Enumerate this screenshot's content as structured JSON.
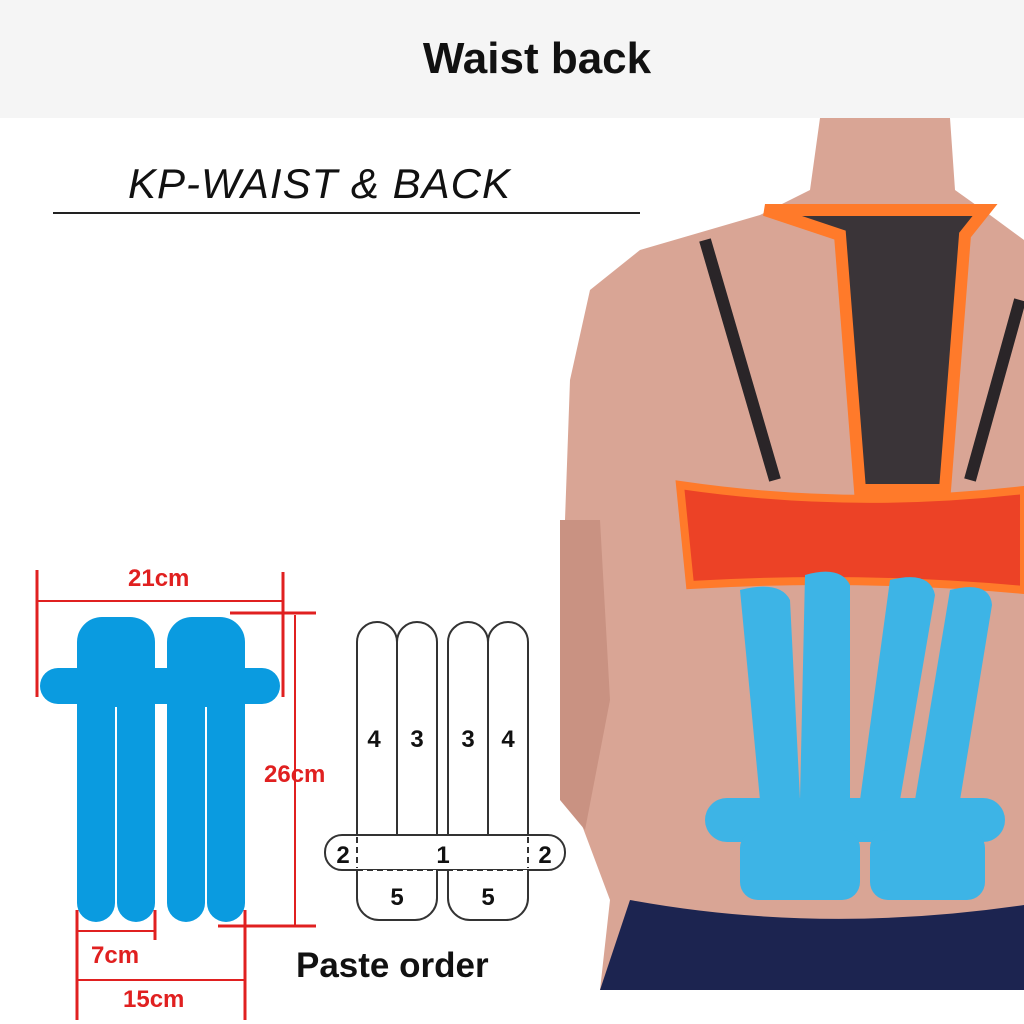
{
  "header": {
    "title": "Waist back"
  },
  "product": {
    "name": "KP-WAIST & BACK"
  },
  "dimensions": {
    "width_total": "21cm",
    "height": "26cm",
    "strip_pair_width": "7cm",
    "base_width": "15cm"
  },
  "paste_order": {
    "caption": "Paste order",
    "labels": {
      "strip_left_outer": "4",
      "strip_left_inner": "3",
      "strip_right_inner": "3",
      "strip_right_outer": "4",
      "bar_left": "2",
      "bar_center": "1",
      "bar_right": "2",
      "base_left": "5",
      "base_right": "5"
    }
  },
  "colors": {
    "tape": "#0a9be0",
    "dimension": "#e02020",
    "photo_tape": "#3db4e6",
    "bra": "#ff7a2a"
  }
}
